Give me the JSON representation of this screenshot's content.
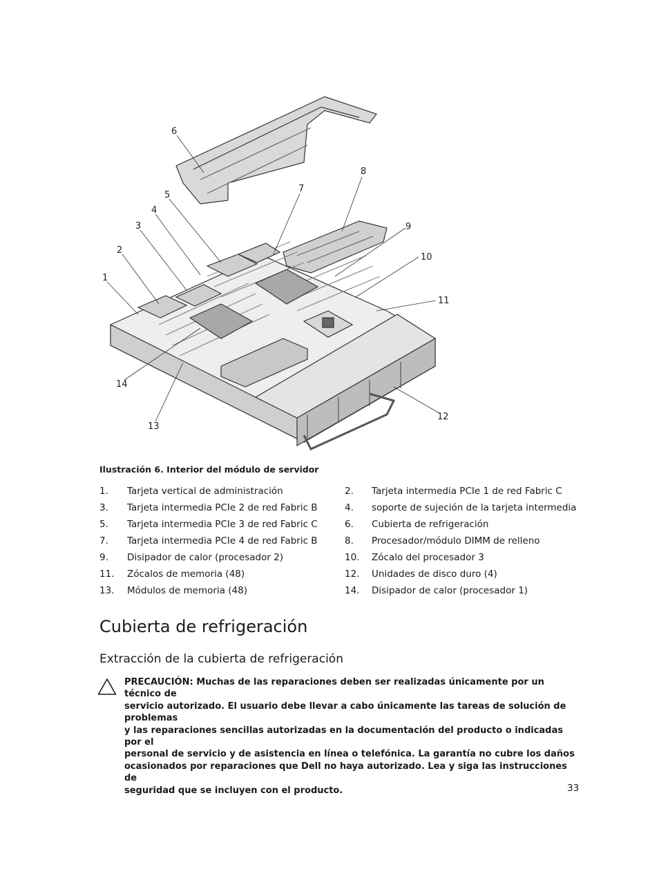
{
  "figure": {
    "callouts": [
      "1",
      "2",
      "3",
      "4",
      "5",
      "6",
      "7",
      "8",
      "9",
      "10",
      "11",
      "12",
      "13",
      "14"
    ]
  },
  "caption": "Ilustración 6. Interior del módulo de servidor",
  "legend": [
    {
      "left_num": "1.",
      "left_text": "Tarjeta vertical de administración",
      "right_num": "2.",
      "right_text": "Tarjeta intermedia PCIe 1 de red Fabric C"
    },
    {
      "left_num": "3.",
      "left_text": "Tarjeta intermedia PCIe 2 de red Fabric B",
      "right_num": "4.",
      "right_text": "soporte de sujeción de la tarjeta intermedia"
    },
    {
      "left_num": "5.",
      "left_text": "Tarjeta intermedia PCIe 3 de red Fabric C",
      "right_num": "6.",
      "right_text": "Cubierta de refrigeración"
    },
    {
      "left_num": "7.",
      "left_text": "Tarjeta intermedia PCIe 4 de red Fabric B",
      "right_num": "8.",
      "right_text": "Procesador/módulo DIMM de relleno"
    },
    {
      "left_num": "9.",
      "left_text": "Disipador de calor (procesador 2)",
      "right_num": "10.",
      "right_text": "Zócalo del procesador 3"
    },
    {
      "left_num": "11.",
      "left_text": "Zócalos de memoria (48)",
      "right_num": "12.",
      "right_text": "Unidades de disco duro (4)"
    },
    {
      "left_num": "13.",
      "left_text": "Módulos de memoria (48)",
      "right_num": "14.",
      "right_text": "Disipador de calor (procesador 1)"
    }
  ],
  "heading1": "Cubierta de refrigeración",
  "heading2": "Extracción de la cubierta de refrigeración",
  "caution": {
    "icon": "warning-triangle-icon",
    "lines": [
      "PRECAUCIÓN: Muchas de las reparaciones deben ser realizadas únicamente por un técnico de",
      "servicio autorizado. El usuario debe llevar a cabo únicamente las tareas de solución de problemas",
      "y las reparaciones sencillas autorizadas en la documentación del producto o indicadas por el",
      "personal de servicio y de asistencia en línea o telefónica. La garantía no cubre los daños",
      "ocasionados por reparaciones que Dell no haya autorizado. Lea y siga las instrucciones de",
      "seguridad que se incluyen con el producto."
    ]
  },
  "page_number": "33"
}
